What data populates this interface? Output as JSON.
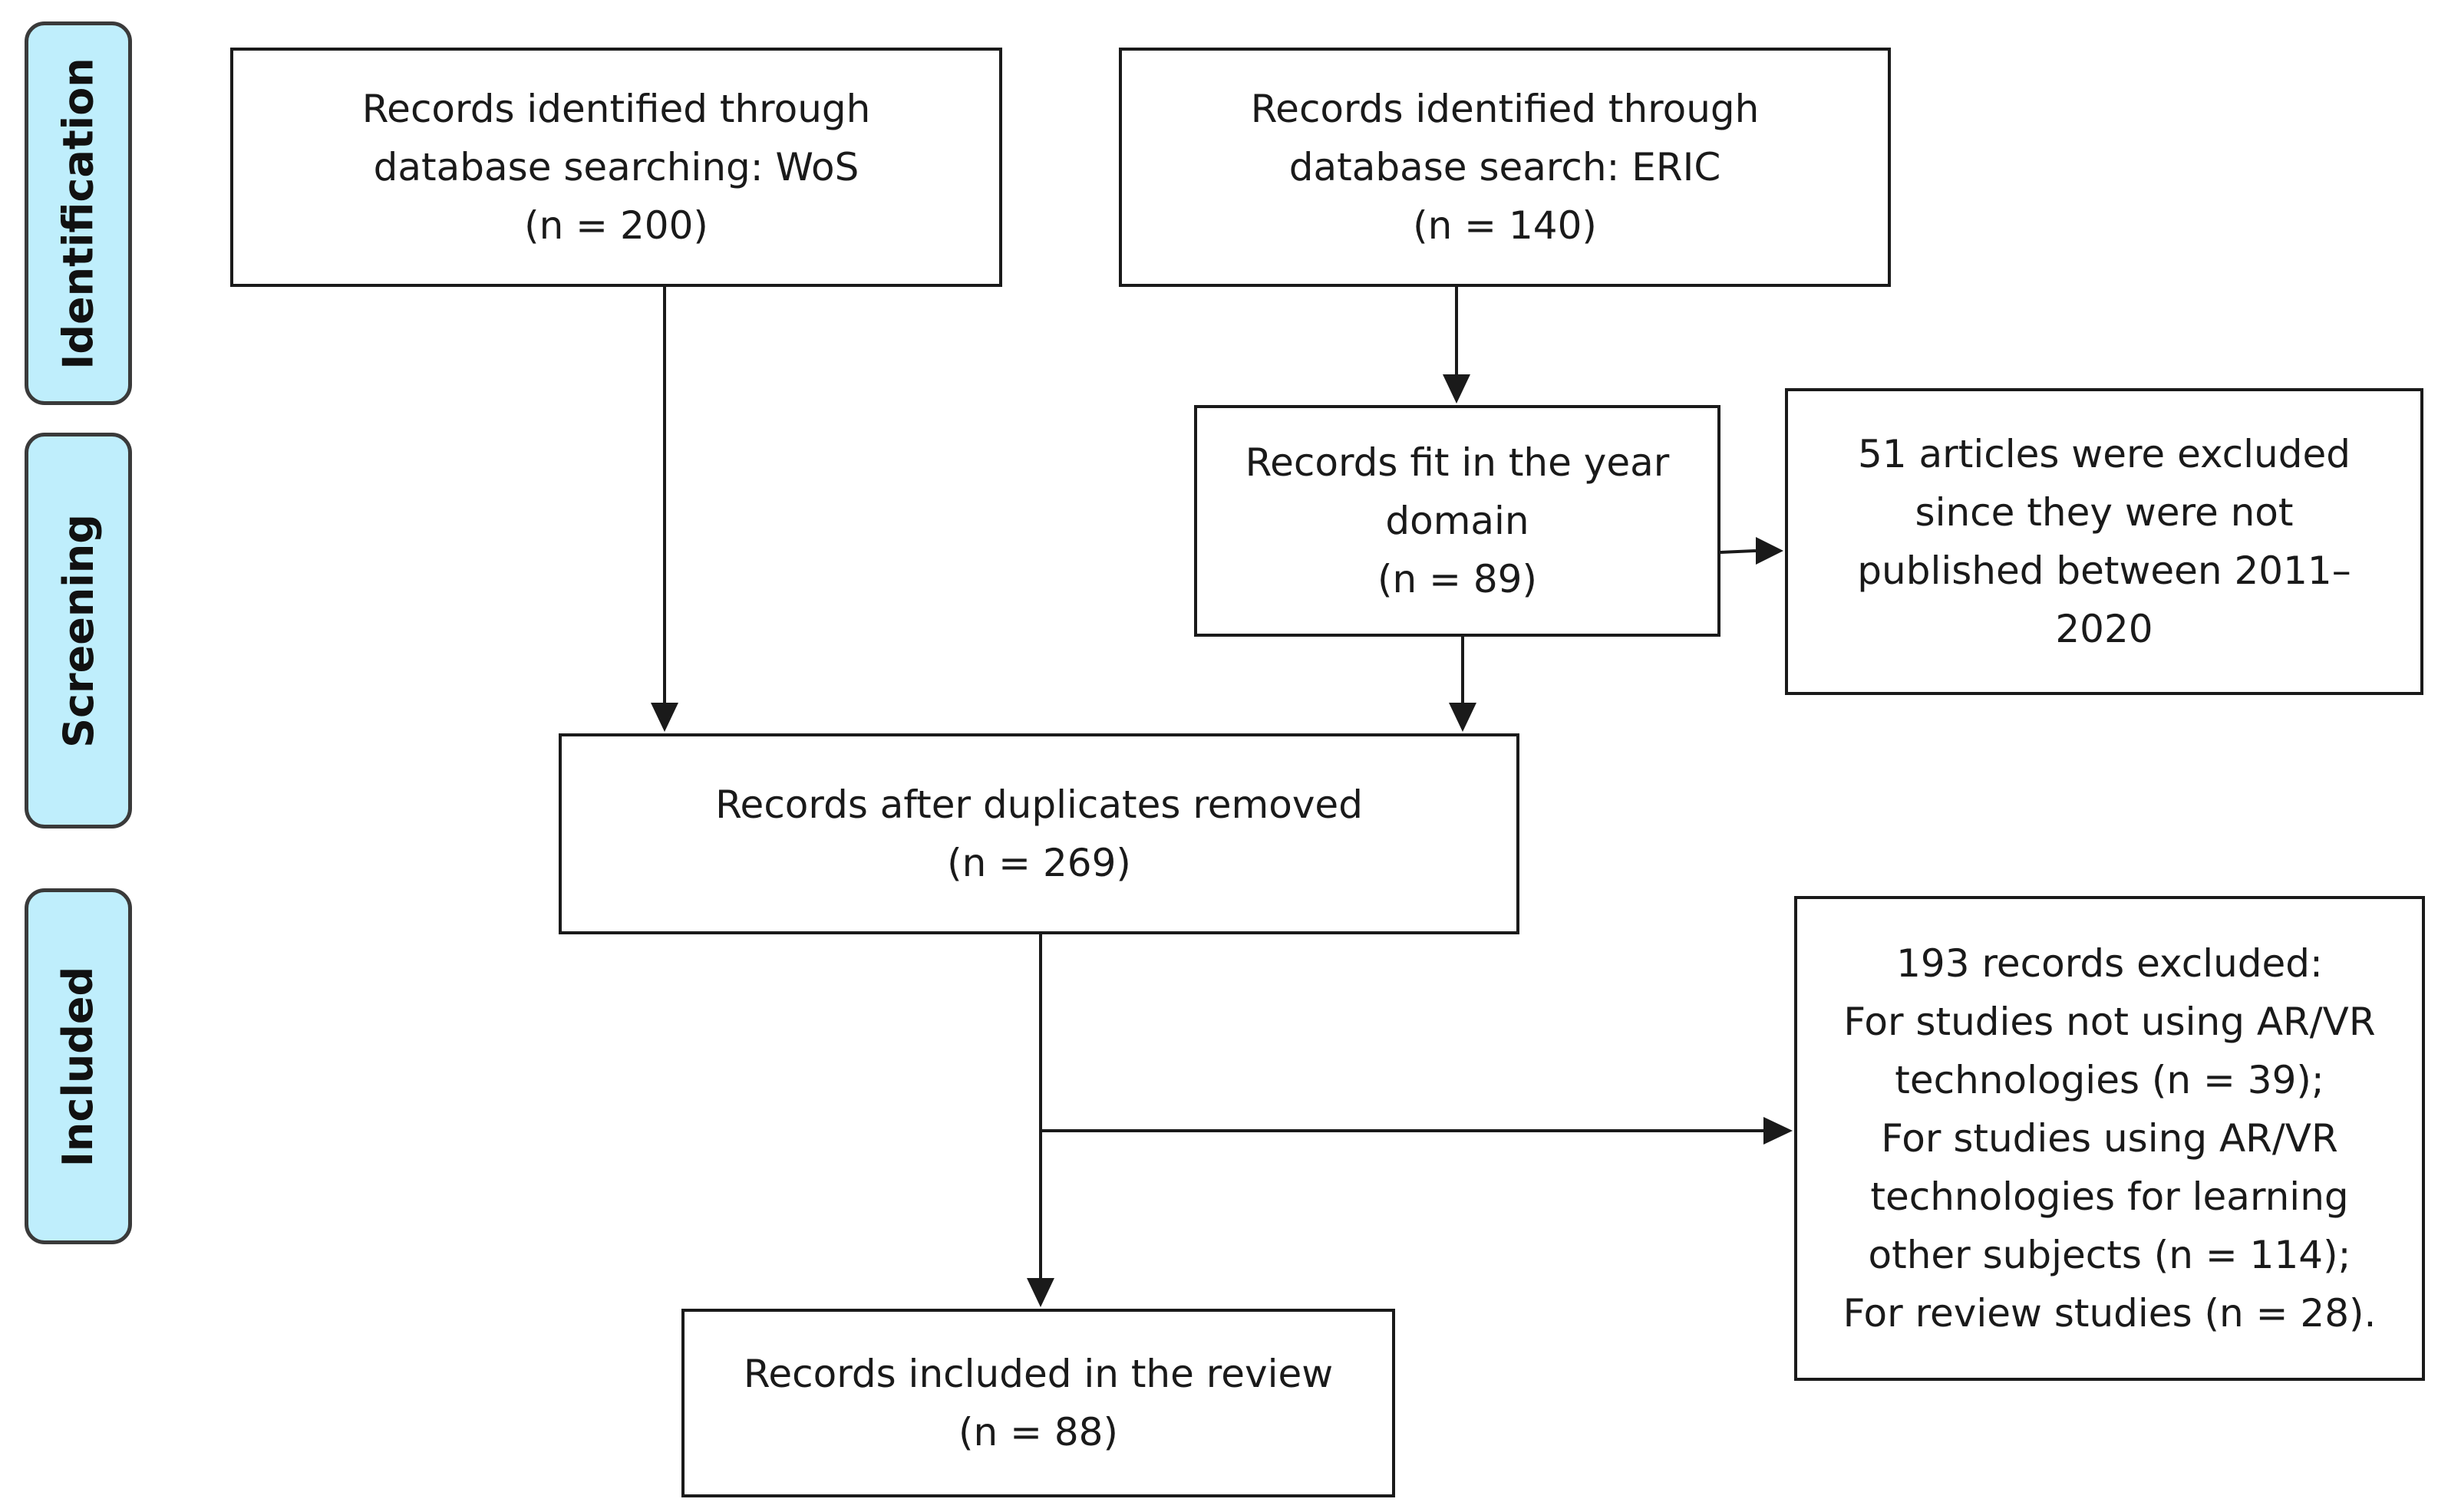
{
  "stages": [
    {
      "label": "Identification"
    },
    {
      "label": "Screening"
    },
    {
      "label": "Included"
    }
  ],
  "boxes": {
    "wos": {
      "lines": [
        "Records identified through",
        "database searching: WoS",
        "(n = 200)"
      ]
    },
    "eric": {
      "lines": [
        "Records identified through",
        "database search: ERIC",
        "(n = 140)"
      ]
    },
    "year": {
      "lines": [
        "Records fit in the year",
        "domain",
        "(n = 89)"
      ]
    },
    "year_excluded": {
      "lines": [
        "51 articles were excluded",
        "since they were not",
        "published between 2011–",
        "2020"
      ]
    },
    "deduplicated": {
      "lines": [
        "Records after duplicates removed",
        "(n = 269)"
      ]
    },
    "criteria_excluded": {
      "lines": [
        "193 records excluded:",
        "For studies not using AR/VR",
        "technologies (n = 39);",
        "For studies using AR/VR",
        "technologies for learning",
        "other subjects (n = 114);",
        "For review studies (n = 28)."
      ]
    },
    "included": {
      "lines": [
        "Records included in the review",
        "(n = 88)"
      ]
    }
  },
  "colors": {
    "stage_fill": "#bfeefc",
    "stage_border": "#3a3a3a",
    "line": "#1a1a1a",
    "background": "#ffffff"
  }
}
